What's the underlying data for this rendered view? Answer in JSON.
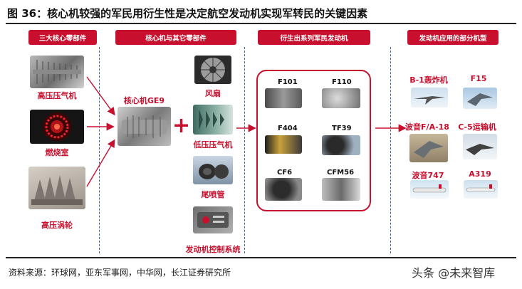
{
  "figure": {
    "title": "图 36：核心机较强的军民用衍生性是决定航空发动机实现军转民的关键因素",
    "source": "资料来源：环球网，亚东军事网，中华网，长江证券研究所",
    "watermark": "头条 @未来智库"
  },
  "headers": {
    "col1": "三大核心零部件",
    "col2": "核心机与其它零部件",
    "col3": "衍生出系列军民发动机",
    "col4": "发动机应用的部分机型"
  },
  "core_parts": [
    "高压压气机",
    "燃烧室",
    "高压涡轮"
  ],
  "core_machine": "核心机GE9",
  "plus_sign": "+",
  "other_parts": [
    "风扇",
    "低压压气机",
    "尾喷管",
    "发动机控制系统"
  ],
  "engines": [
    "F101",
    "F110",
    "F404",
    "TF39",
    "CF6",
    "CFM56"
  ],
  "aircraft": [
    "B-1轰炸机",
    "F15",
    "波音F/A-18",
    "C-5运输机",
    "波音747",
    "A319"
  ],
  "colors": {
    "accent": "#c8102e",
    "divider": "#3a66a8",
    "arrow": "#c8102e"
  }
}
